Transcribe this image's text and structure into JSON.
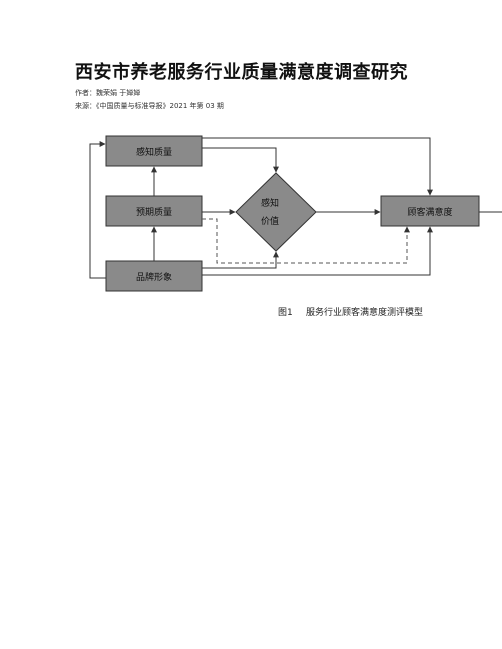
{
  "article": {
    "title": "西安市养老服务行业质量满意度调查研究",
    "authors_line": "作者：魏荣娟 于婵婵",
    "source_line": "来源：《中国质量与标准导报》2021 年第 03 期"
  },
  "figure": {
    "nodes": {
      "perceived_quality": "感知质量",
      "expected_quality": "预期质量",
      "brand_image": "品牌形象",
      "perceived_value_line1": "感知",
      "perceived_value_line2": "价值",
      "customer_satisfaction": "顾客满意度"
    },
    "caption_number": "图1",
    "caption_text": "服务行业顾客满意度测评模型",
    "colors": {
      "box_fill": "#8a8a8a",
      "line": "#333333",
      "dashed": "#555555"
    }
  }
}
